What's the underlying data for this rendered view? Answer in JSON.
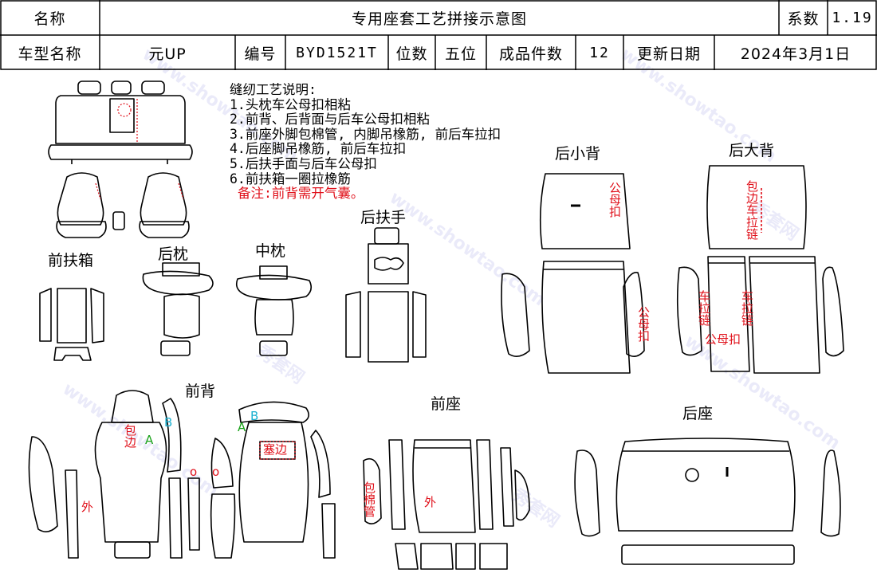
{
  "header": {
    "name_label": "名称",
    "title": "专用座套工艺拼接示意图",
    "coef_label": "系数",
    "coef_value": "1.19",
    "model_label": "车型名称",
    "model_value": "元UP",
    "code_label": "编号",
    "code_value": "BYD1521T",
    "seats_label": "位数",
    "seats_value": "五位",
    "count_label": "成品件数",
    "count_value": "12",
    "update_label": "更新日期",
    "update_value": "2024年3月1日"
  },
  "notes": {
    "heading": "缝纫工艺说明:",
    "items": [
      "1.头枕车公母扣相粘",
      "2.前背、后背面与后车公母扣相粘",
      "3.前座外脚包棉管, 内脚吊橡筋, 前后车拉扣",
      "4.后座脚吊橡筋, 前后车拉扣",
      "5.后扶手面与后车公母扣",
      "6.前扶箱一圈拉橡筋"
    ],
    "remark": "备注:前背需开气囊。"
  },
  "sections": {
    "front_armrest_box": "前扶箱",
    "rear_headrest": "后枕",
    "middle_headrest": "中枕",
    "rear_armrest": "后扶手",
    "rear_small_back": "后小背",
    "rear_big_back": "后大背",
    "front_back": "前背",
    "front_seat": "前座",
    "rear_seat": "后座"
  },
  "annotations": {
    "male_female_buckle": "公母扣",
    "binding_zipper": "包边车拉链",
    "zipper": "车拉链",
    "binding": "包边",
    "insert_binding": "塞边",
    "outer": "外",
    "cotton_tube": "包棉管",
    "mark_a": "A",
    "mark_b": "B",
    "mark_o": "o"
  },
  "watermark": {
    "brand": "秀套网",
    "domain": "www.showtao.com"
  },
  "colors": {
    "line": "#000000",
    "annotation_red": "#e0101a",
    "mark_green": "#1aa21a",
    "mark_cyan": "#1ab0d0"
  }
}
